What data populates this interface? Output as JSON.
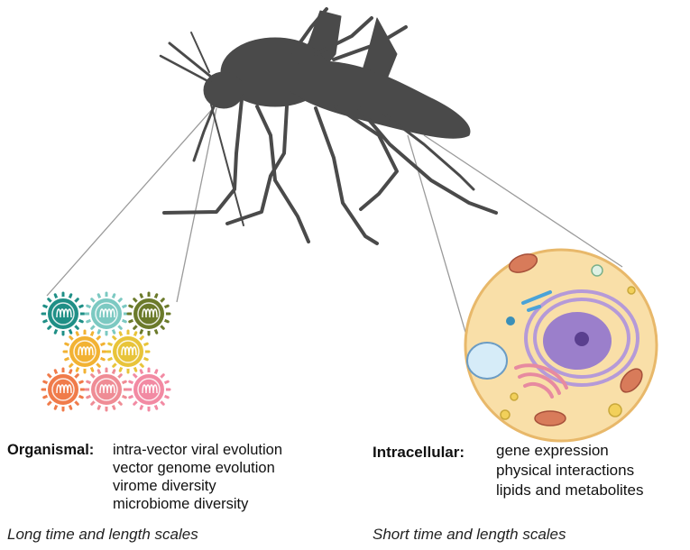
{
  "left_panel": {
    "heading": "Organismal:",
    "items": [
      "intra-vector viral evolution",
      "vector genome evolution",
      "virome diversity",
      "microbiome diversity"
    ],
    "scale_label": "Long time and length scales",
    "virus_colors": [
      "#1f8f86",
      "#7cc9c2",
      "#6b7a2a",
      "#f2b233",
      "#e8c43a",
      "#f07b4a",
      "#ef8c95",
      "#f28aa3"
    ]
  },
  "right_panel": {
    "heading": "Intracellular:",
    "items": [
      "gene expression",
      "physical interactions",
      "lipids and metabolites"
    ],
    "scale_label": "Short time and length scales"
  },
  "colors": {
    "mosquito": "#4a4a4a",
    "cell_fill": "#f9dfa8",
    "cell_border": "#e8b86a",
    "nucleus": "#9b7fcb",
    "er": "#b59ad8"
  }
}
